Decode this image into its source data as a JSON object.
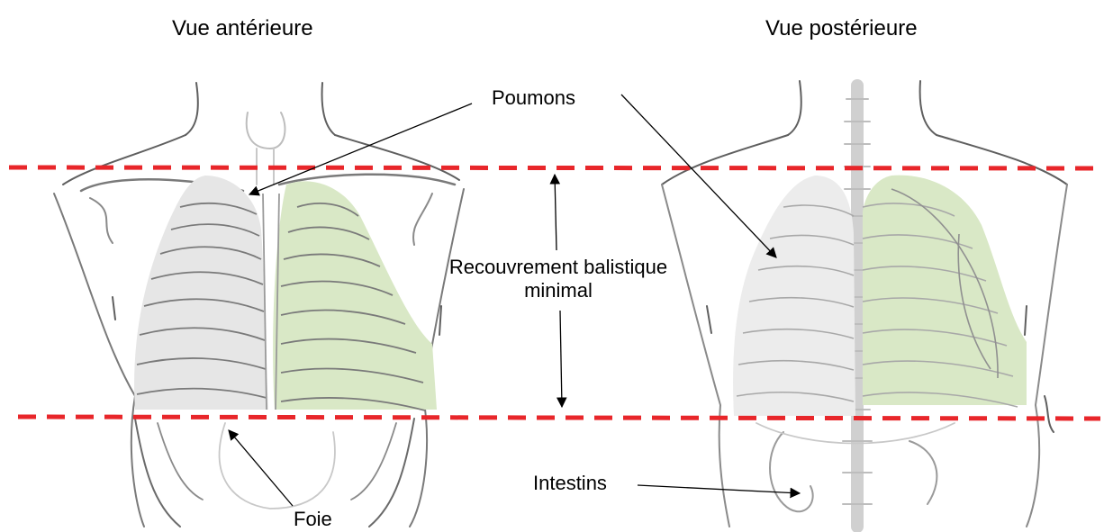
{
  "titles": {
    "anterior": "Vue antérieure",
    "posterior": "Vue postérieure"
  },
  "labels": {
    "lungs": "Poumons",
    "coverage_line1": "Recouvrement balistique",
    "coverage_line2": "minimal",
    "liver": "Foie",
    "intestines": "Intestins"
  },
  "colors": {
    "boundary_line": "#e8262a",
    "highlight_left_lung": "#d9e8c6",
    "lung_shade": "#e6e6e6",
    "sketch": "#5f5f5f",
    "sketch_faint": "#c8c8c8",
    "text": "#000000"
  }
}
